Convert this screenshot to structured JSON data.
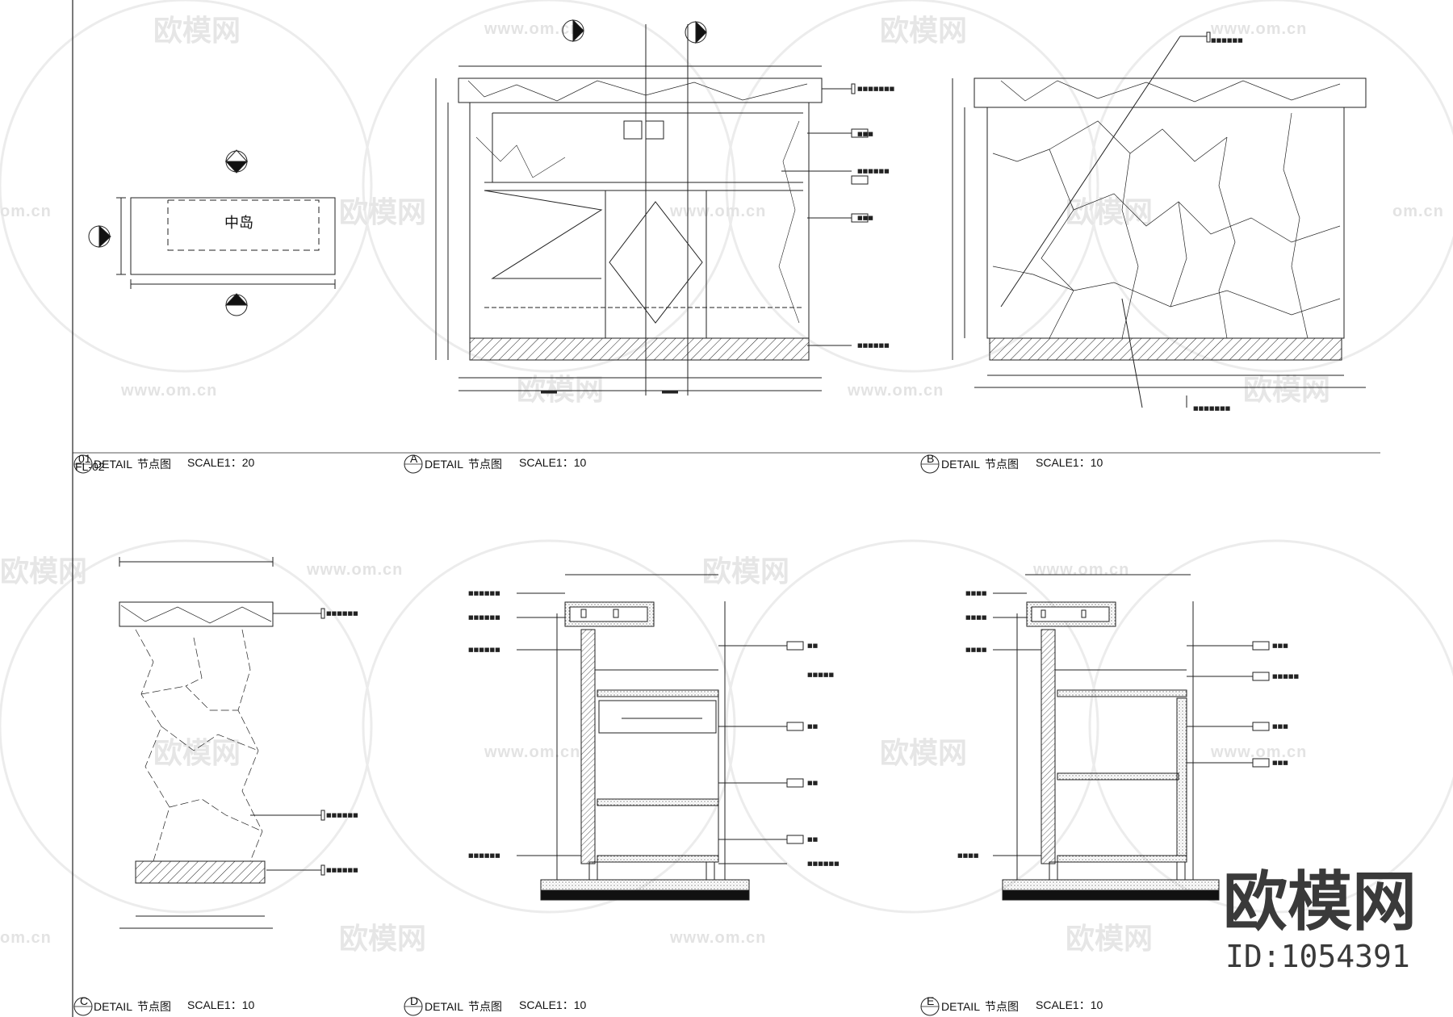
{
  "plan": {
    "island_label": "中岛"
  },
  "panels": [
    {
      "id": "p1",
      "marker_top": "01",
      "marker_bottom": "FL-02",
      "title": "DETAIL",
      "title_cn": "节点图",
      "scale": "SCALE1：20"
    },
    {
      "id": "p2",
      "marker_top": "A",
      "marker_bottom": "",
      "title": "DETAIL",
      "title_cn": "节点图",
      "scale": "SCALE1：10"
    },
    {
      "id": "p3",
      "marker_top": "B",
      "marker_bottom": "",
      "title": "DETAIL",
      "title_cn": "节点图",
      "scale": "SCALE1：10"
    },
    {
      "id": "p4",
      "marker_top": "C",
      "marker_bottom": "",
      "title": "DETAIL",
      "title_cn": "节点图",
      "scale": "SCALE1：10"
    },
    {
      "id": "p5",
      "marker_top": "D",
      "marker_bottom": "",
      "title": "DETAIL",
      "title_cn": "节点图",
      "scale": "SCALE1：10"
    },
    {
      "id": "p6",
      "marker_top": "E",
      "marker_bottom": "",
      "title": "DETAIL",
      "title_cn": "节点图",
      "scale": "SCALE1：10"
    }
  ],
  "watermark": {
    "brand": "欧模网",
    "url": "www.om.cn",
    "url_short": "om.cn"
  },
  "brand_mark": {
    "name": "欧模网",
    "id": "ID:1054391"
  }
}
